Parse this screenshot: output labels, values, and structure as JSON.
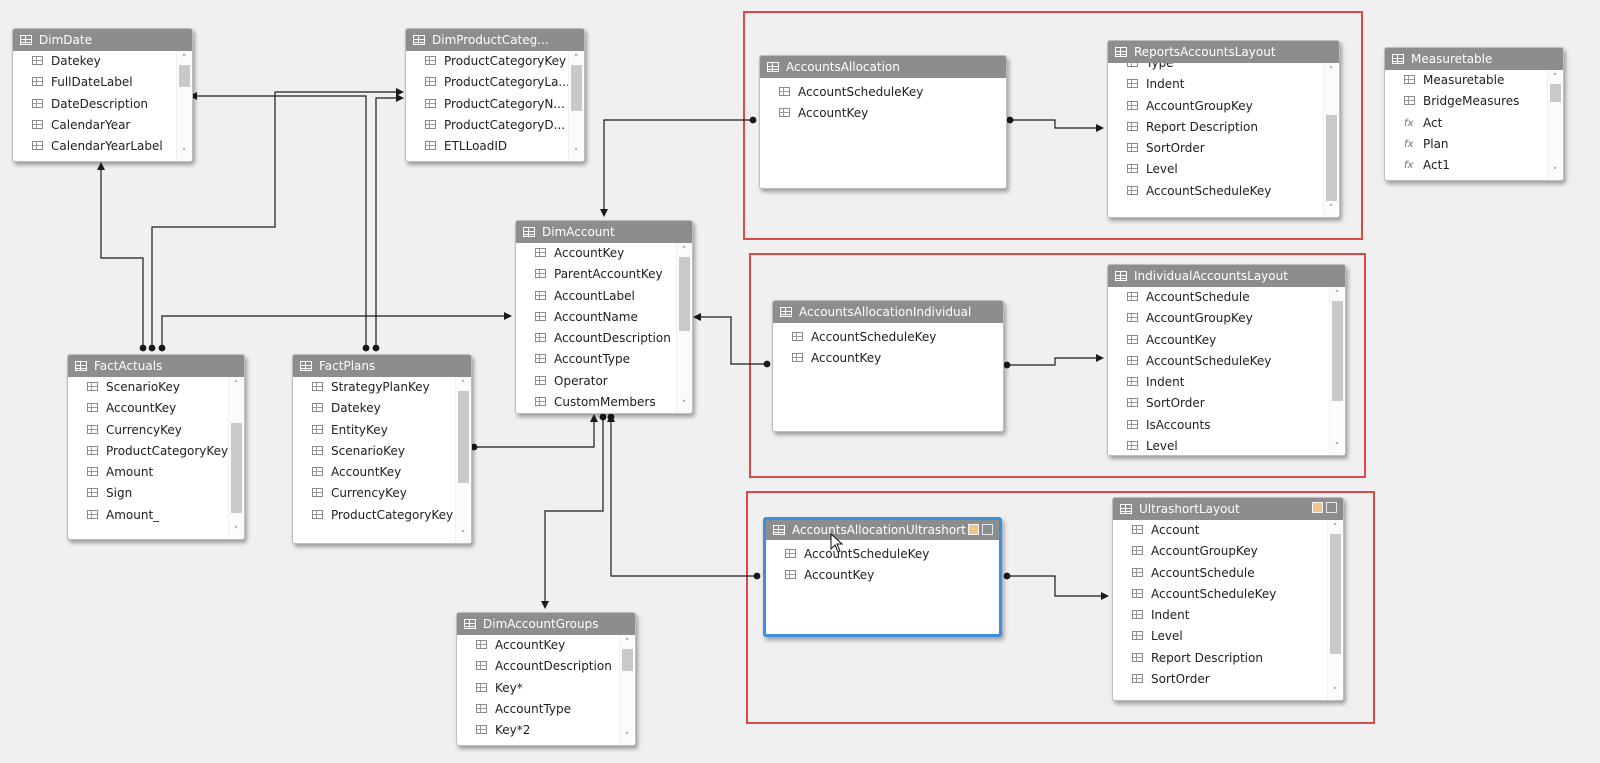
{
  "diagram": {
    "tables": [
      {
        "id": "dimdate",
        "name": "DimDate",
        "fields": [
          "Datekey",
          "FullDateLabel",
          "DateDescription",
          "CalendarYear",
          "CalendarYearLabel"
        ]
      },
      {
        "id": "dimproductcateg",
        "name": "DimProductCateg...",
        "fields": [
          "ProductCategoryKey",
          "ProductCategoryLa...",
          "ProductCategoryN...",
          "ProductCategoryD...",
          "ETLLoadID"
        ]
      },
      {
        "id": "dimaccount",
        "name": "DimAccount",
        "fields": [
          "AccountKey",
          "ParentAccountKey",
          "AccountLabel",
          "AccountName",
          "AccountDescription",
          "AccountType",
          "Operator",
          "CustomMembers"
        ]
      },
      {
        "id": "factactuals",
        "name": "FactActuals",
        "fields": [
          "ScenarioKey",
          "AccountKey",
          "CurrencyKey",
          "ProductCategoryKey",
          "Amount",
          "Sign",
          "Amount_"
        ]
      },
      {
        "id": "factplans",
        "name": "FactPlans",
        "fields": [
          "StrategyPlanKey",
          "Datekey",
          "EntityKey",
          "ScenarioKey",
          "AccountKey",
          "CurrencyKey",
          "ProductCategoryKey"
        ]
      },
      {
        "id": "dimaccountgroups",
        "name": "DimAccountGroups",
        "fields": [
          "AccountKey",
          "AccountDescription",
          "Key*",
          "AccountType",
          "Key*2"
        ]
      },
      {
        "id": "accountsallocation",
        "name": "AccountsAllocation",
        "fields": [
          "AccountScheduleKey",
          "AccountKey"
        ]
      },
      {
        "id": "reportsaccountslayout",
        "name": "ReportsAccountsLayout",
        "fields": [
          "Type",
          "Indent",
          "AccountGroupKey",
          "Report Description",
          "SortOrder",
          "Level",
          "AccountScheduleKey"
        ]
      },
      {
        "id": "measuretable",
        "name": "Measuretable",
        "fields": [
          "Measuretable",
          "BridgeMeasures",
          "Act",
          "Plan",
          "Act1"
        ],
        "measures": [
          false,
          false,
          true,
          true,
          true
        ]
      },
      {
        "id": "accountsallocationindividual",
        "name": "AccountsAllocationIndividual",
        "fields": [
          "AccountScheduleKey",
          "AccountKey"
        ]
      },
      {
        "id": "individualaccountslayout",
        "name": "IndividualAccountsLayout",
        "fields": [
          "AccountSchedule",
          "AccountGroupKey",
          "AccountKey",
          "AccountScheduleKey",
          "Indent",
          "SortOrder",
          "IsAccounts",
          "Level"
        ]
      },
      {
        "id": "accountsallocationultrashort",
        "name": "AccountsAllocationUltrashort",
        "fields": [
          "AccountScheduleKey",
          "AccountKey"
        ],
        "selected": true
      },
      {
        "id": "ultrashortlayout",
        "name": "UltrashortLayout",
        "fields": [
          "Account",
          "AccountGroupKey",
          "AccountSchedule",
          "AccountScheduleKey",
          "Indent",
          "Level",
          "Report Description",
          "SortOrder"
        ]
      }
    ],
    "colors": {
      "highlight_box": "#e04848",
      "selected_border": "#3b8fdc",
      "header": "#8d8d8d",
      "canvas": "#f0f0f0",
      "connector": "#1a1a1a"
    }
  }
}
